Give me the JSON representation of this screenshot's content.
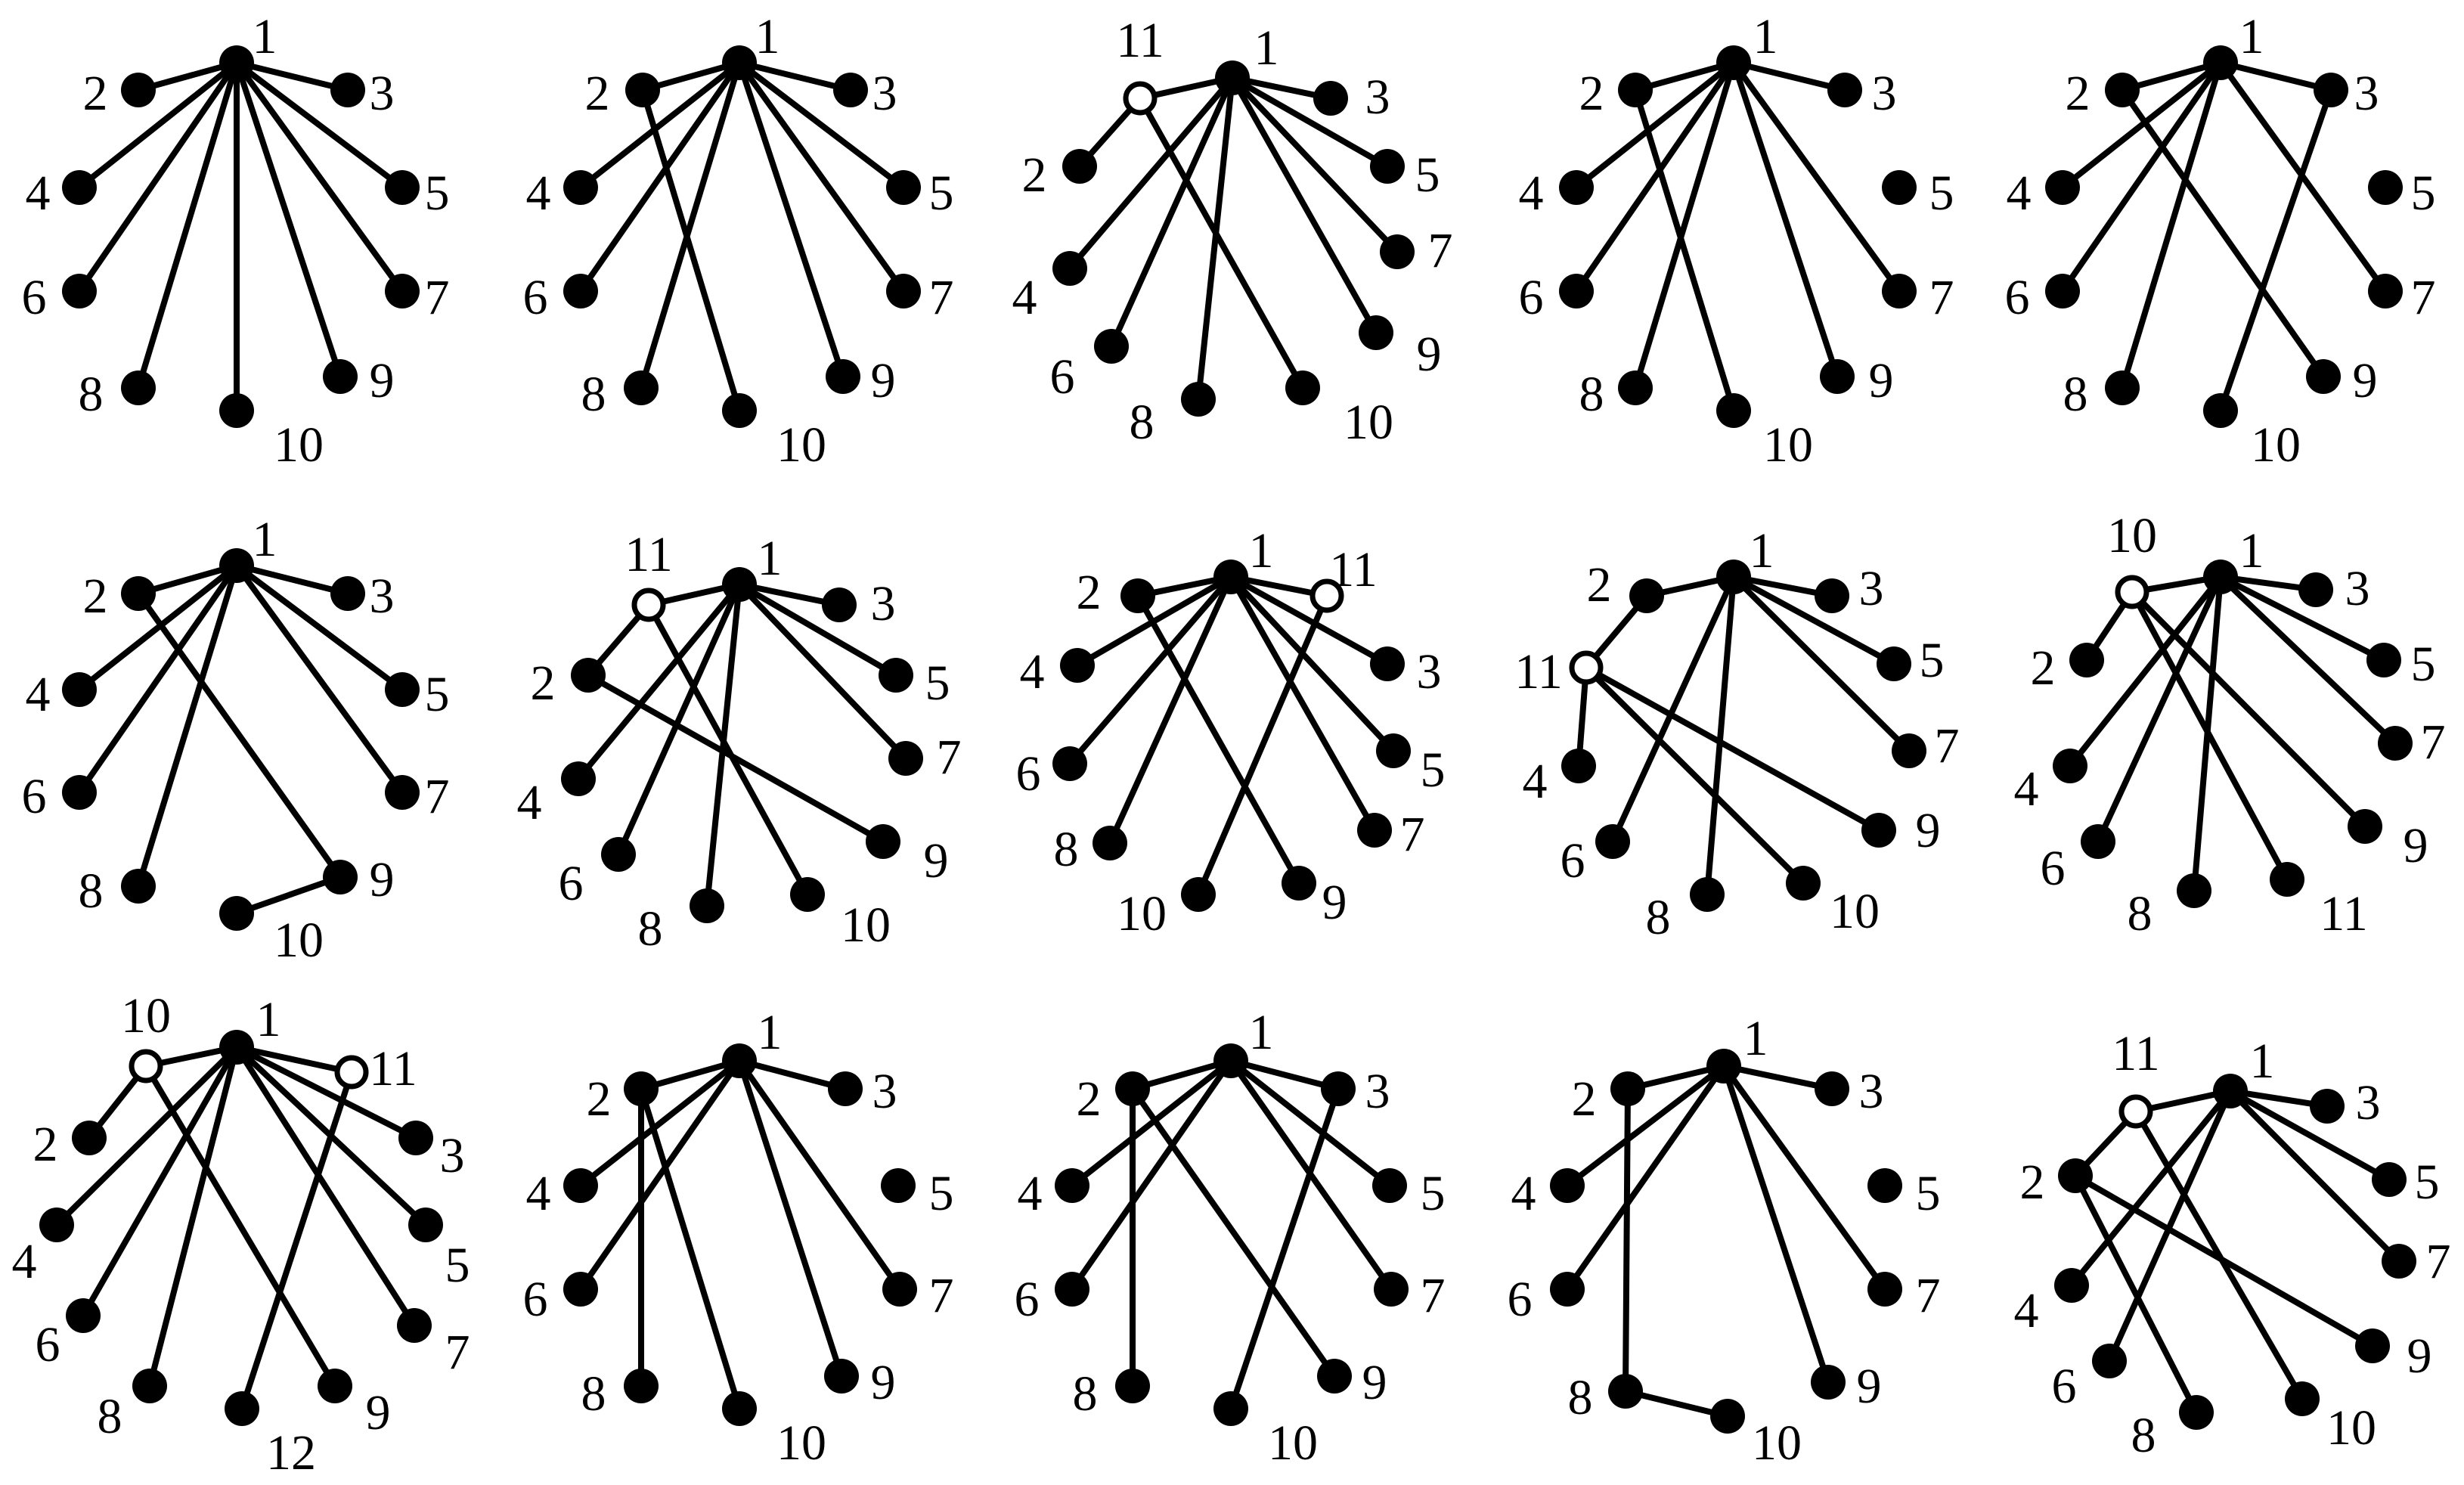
{
  "colors": {
    "edge": "#000000",
    "filled_node": "#000000",
    "open_node_fill": "#ffffff",
    "background": "#ffffff"
  },
  "graphs": [
    {
      "nodes": [
        {
          "label": "1",
          "open": false
        },
        {
          "label": "2",
          "open": false
        },
        {
          "label": "3",
          "open": false
        },
        {
          "label": "4",
          "open": false
        },
        {
          "label": "5",
          "open": false
        },
        {
          "label": "6",
          "open": false
        },
        {
          "label": "7",
          "open": false
        },
        {
          "label": "8",
          "open": false
        },
        {
          "label": "9",
          "open": false
        },
        {
          "label": "10",
          "open": false
        }
      ],
      "edges": [
        [
          "1",
          "2"
        ],
        [
          "1",
          "3"
        ],
        [
          "1",
          "4"
        ],
        [
          "1",
          "5"
        ],
        [
          "1",
          "6"
        ],
        [
          "1",
          "7"
        ],
        [
          "1",
          "8"
        ],
        [
          "1",
          "9"
        ],
        [
          "1",
          "10"
        ]
      ]
    },
    {
      "nodes": [
        {
          "label": "1",
          "open": false
        },
        {
          "label": "2",
          "open": false
        },
        {
          "label": "3",
          "open": false
        },
        {
          "label": "4",
          "open": false
        },
        {
          "label": "5",
          "open": false
        },
        {
          "label": "6",
          "open": false
        },
        {
          "label": "7",
          "open": false
        },
        {
          "label": "8",
          "open": false
        },
        {
          "label": "9",
          "open": false
        },
        {
          "label": "10",
          "open": false
        }
      ],
      "edges": [
        [
          "1",
          "2"
        ],
        [
          "1",
          "3"
        ],
        [
          "1",
          "4"
        ],
        [
          "1",
          "5"
        ],
        [
          "1",
          "6"
        ],
        [
          "1",
          "7"
        ],
        [
          "1",
          "8"
        ],
        [
          "1",
          "9"
        ],
        [
          "2",
          "10"
        ]
      ]
    },
    {
      "nodes": [
        {
          "label": "1",
          "open": false
        },
        {
          "label": "11",
          "open": true
        },
        {
          "label": "2",
          "open": false
        },
        {
          "label": "3",
          "open": false
        },
        {
          "label": "4",
          "open": false
        },
        {
          "label": "5",
          "open": false
        },
        {
          "label": "6",
          "open": false
        },
        {
          "label": "7",
          "open": false
        },
        {
          "label": "8",
          "open": false
        },
        {
          "label": "9",
          "open": false
        },
        {
          "label": "10",
          "open": false
        }
      ],
      "edges": [
        [
          "1",
          "11"
        ],
        [
          "11",
          "2"
        ],
        [
          "11",
          "10"
        ],
        [
          "1",
          "3"
        ],
        [
          "1",
          "4"
        ],
        [
          "1",
          "5"
        ],
        [
          "1",
          "6"
        ],
        [
          "1",
          "7"
        ],
        [
          "1",
          "8"
        ],
        [
          "1",
          "9"
        ]
      ]
    },
    {
      "nodes": [
        {
          "label": "1",
          "open": false
        },
        {
          "label": "2",
          "open": false
        },
        {
          "label": "3",
          "open": false
        },
        {
          "label": "4",
          "open": false
        },
        {
          "label": "5",
          "open": false
        },
        {
          "label": "6",
          "open": false
        },
        {
          "label": "7",
          "open": false
        },
        {
          "label": "8",
          "open": false
        },
        {
          "label": "9",
          "open": false
        },
        {
          "label": "10",
          "open": false
        }
      ],
      "edges": [
        [
          "1",
          "2"
        ],
        [
          "1",
          "3"
        ],
        [
          "1",
          "4"
        ],
        [
          "1",
          "6"
        ],
        [
          "1",
          "7"
        ],
        [
          "1",
          "8"
        ],
        [
          "1",
          "9"
        ],
        [
          "2",
          "10"
        ]
      ]
    },
    {
      "nodes": [
        {
          "label": "1",
          "open": false
        },
        {
          "label": "2",
          "open": false
        },
        {
          "label": "3",
          "open": false
        },
        {
          "label": "4",
          "open": false
        },
        {
          "label": "5",
          "open": false
        },
        {
          "label": "6",
          "open": false
        },
        {
          "label": "7",
          "open": false
        },
        {
          "label": "8",
          "open": false
        },
        {
          "label": "9",
          "open": false
        },
        {
          "label": "10",
          "open": false
        }
      ],
      "edges": [
        [
          "1",
          "2"
        ],
        [
          "1",
          "3"
        ],
        [
          "1",
          "4"
        ],
        [
          "1",
          "6"
        ],
        [
          "1",
          "7"
        ],
        [
          "1",
          "8"
        ],
        [
          "2",
          "9"
        ],
        [
          "3",
          "10"
        ]
      ]
    },
    {
      "nodes": [
        {
          "label": "1",
          "open": false
        },
        {
          "label": "2",
          "open": false
        },
        {
          "label": "3",
          "open": false
        },
        {
          "label": "4",
          "open": false
        },
        {
          "label": "5",
          "open": false
        },
        {
          "label": "6",
          "open": false
        },
        {
          "label": "7",
          "open": false
        },
        {
          "label": "8",
          "open": false
        },
        {
          "label": "9",
          "open": false
        },
        {
          "label": "10",
          "open": false
        }
      ],
      "edges": [
        [
          "1",
          "2"
        ],
        [
          "1",
          "3"
        ],
        [
          "1",
          "4"
        ],
        [
          "1",
          "5"
        ],
        [
          "1",
          "6"
        ],
        [
          "1",
          "7"
        ],
        [
          "1",
          "8"
        ],
        [
          "2",
          "9"
        ],
        [
          "9",
          "10"
        ]
      ]
    },
    {
      "nodes": [
        {
          "label": "1",
          "open": false
        },
        {
          "label": "11",
          "open": true
        },
        {
          "label": "2",
          "open": false
        },
        {
          "label": "3",
          "open": false
        },
        {
          "label": "4",
          "open": false
        },
        {
          "label": "5",
          "open": false
        },
        {
          "label": "6",
          "open": false
        },
        {
          "label": "7",
          "open": false
        },
        {
          "label": "8",
          "open": false
        },
        {
          "label": "9",
          "open": false
        },
        {
          "label": "10",
          "open": false
        }
      ],
      "edges": [
        [
          "1",
          "11"
        ],
        [
          "11",
          "2"
        ],
        [
          "11",
          "10"
        ],
        [
          "1",
          "3"
        ],
        [
          "1",
          "4"
        ],
        [
          "1",
          "5"
        ],
        [
          "1",
          "6"
        ],
        [
          "1",
          "7"
        ],
        [
          "1",
          "8"
        ],
        [
          "2",
          "9"
        ]
      ]
    },
    {
      "nodes": [
        {
          "label": "1",
          "open": false
        },
        {
          "label": "2",
          "open": false
        },
        {
          "label": "11",
          "open": true
        },
        {
          "label": "3",
          "open": false
        },
        {
          "label": "4",
          "open": false
        },
        {
          "label": "5",
          "open": false
        },
        {
          "label": "6",
          "open": false
        },
        {
          "label": "7",
          "open": false
        },
        {
          "label": "8",
          "open": false
        },
        {
          "label": "9",
          "open": false
        },
        {
          "label": "10",
          "open": false
        }
      ],
      "edges": [
        [
          "1",
          "2"
        ],
        [
          "1",
          "11"
        ],
        [
          "1",
          "3"
        ],
        [
          "1",
          "4"
        ],
        [
          "1",
          "5"
        ],
        [
          "1",
          "6"
        ],
        [
          "1",
          "7"
        ],
        [
          "1",
          "8"
        ],
        [
          "2",
          "9"
        ],
        [
          "11",
          "10"
        ]
      ]
    },
    {
      "nodes": [
        {
          "label": "1",
          "open": false
        },
        {
          "label": "2",
          "open": false
        },
        {
          "label": "3",
          "open": false
        },
        {
          "label": "11",
          "open": true
        },
        {
          "label": "4",
          "open": false
        },
        {
          "label": "5",
          "open": false
        },
        {
          "label": "6",
          "open": false
        },
        {
          "label": "7",
          "open": false
        },
        {
          "label": "8",
          "open": false
        },
        {
          "label": "9",
          "open": false
        },
        {
          "label": "10",
          "open": false
        }
      ],
      "edges": [
        [
          "1",
          "2"
        ],
        [
          "1",
          "3"
        ],
        [
          "2",
          "11"
        ],
        [
          "11",
          "4"
        ],
        [
          "11",
          "9"
        ],
        [
          "11",
          "10"
        ],
        [
          "1",
          "5"
        ],
        [
          "1",
          "6"
        ],
        [
          "1",
          "7"
        ],
        [
          "1",
          "8"
        ]
      ]
    },
    {
      "nodes": [
        {
          "label": "1",
          "open": false
        },
        {
          "label": "10",
          "open": true
        },
        {
          "label": "2",
          "open": false
        },
        {
          "label": "3",
          "open": false
        },
        {
          "label": "4",
          "open": false
        },
        {
          "label": "5",
          "open": false
        },
        {
          "label": "6",
          "open": false
        },
        {
          "label": "7",
          "open": false
        },
        {
          "label": "8",
          "open": false
        },
        {
          "label": "9",
          "open": false
        },
        {
          "label": "11",
          "open": false
        }
      ],
      "edges": [
        [
          "1",
          "10"
        ],
        [
          "10",
          "2"
        ],
        [
          "10",
          "9"
        ],
        [
          "10",
          "11"
        ],
        [
          "1",
          "3"
        ],
        [
          "1",
          "4"
        ],
        [
          "1",
          "5"
        ],
        [
          "1",
          "6"
        ],
        [
          "1",
          "7"
        ],
        [
          "1",
          "8"
        ]
      ]
    },
    {
      "nodes": [
        {
          "label": "1",
          "open": false
        },
        {
          "label": "10",
          "open": true
        },
        {
          "label": "11",
          "open": true
        },
        {
          "label": "2",
          "open": false
        },
        {
          "label": "3",
          "open": false
        },
        {
          "label": "4",
          "open": false
        },
        {
          "label": "5",
          "open": false
        },
        {
          "label": "6",
          "open": false
        },
        {
          "label": "7",
          "open": false
        },
        {
          "label": "8",
          "open": false
        },
        {
          "label": "9",
          "open": false
        },
        {
          "label": "12",
          "open": false
        }
      ],
      "edges": [
        [
          "1",
          "10"
        ],
        [
          "1",
          "11"
        ],
        [
          "10",
          "2"
        ],
        [
          "10",
          "9"
        ],
        [
          "11",
          "12"
        ],
        [
          "1",
          "3"
        ],
        [
          "1",
          "4"
        ],
        [
          "1",
          "5"
        ],
        [
          "1",
          "6"
        ],
        [
          "1",
          "7"
        ],
        [
          "1",
          "8"
        ]
      ]
    },
    {
      "nodes": [
        {
          "label": "1",
          "open": false
        },
        {
          "label": "2",
          "open": false
        },
        {
          "label": "3",
          "open": false
        },
        {
          "label": "4",
          "open": false
        },
        {
          "label": "5",
          "open": false
        },
        {
          "label": "6",
          "open": false
        },
        {
          "label": "7",
          "open": false
        },
        {
          "label": "8",
          "open": false
        },
        {
          "label": "9",
          "open": false
        },
        {
          "label": "10",
          "open": false
        }
      ],
      "edges": [
        [
          "1",
          "2"
        ],
        [
          "1",
          "3"
        ],
        [
          "1",
          "4"
        ],
        [
          "1",
          "6"
        ],
        [
          "1",
          "7"
        ],
        [
          "1",
          "9"
        ],
        [
          "2",
          "8"
        ],
        [
          "2",
          "10"
        ]
      ]
    },
    {
      "nodes": [
        {
          "label": "1",
          "open": false
        },
        {
          "label": "2",
          "open": false
        },
        {
          "label": "3",
          "open": false
        },
        {
          "label": "4",
          "open": false
        },
        {
          "label": "5",
          "open": false
        },
        {
          "label": "6",
          "open": false
        },
        {
          "label": "7",
          "open": false
        },
        {
          "label": "8",
          "open": false
        },
        {
          "label": "9",
          "open": false
        },
        {
          "label": "10",
          "open": false
        }
      ],
      "edges": [
        [
          "1",
          "2"
        ],
        [
          "1",
          "3"
        ],
        [
          "1",
          "4"
        ],
        [
          "1",
          "5"
        ],
        [
          "1",
          "6"
        ],
        [
          "1",
          "7"
        ],
        [
          "2",
          "8"
        ],
        [
          "2",
          "9"
        ],
        [
          "3",
          "10"
        ]
      ]
    },
    {
      "nodes": [
        {
          "label": "1",
          "open": false
        },
        {
          "label": "2",
          "open": false
        },
        {
          "label": "3",
          "open": false
        },
        {
          "label": "4",
          "open": false
        },
        {
          "label": "5",
          "open": false
        },
        {
          "label": "6",
          "open": false
        },
        {
          "label": "7",
          "open": false
        },
        {
          "label": "8",
          "open": false
        },
        {
          "label": "9",
          "open": false
        },
        {
          "label": "10",
          "open": false
        }
      ],
      "edges": [
        [
          "1",
          "2"
        ],
        [
          "1",
          "3"
        ],
        [
          "1",
          "4"
        ],
        [
          "1",
          "6"
        ],
        [
          "1",
          "7"
        ],
        [
          "1",
          "9"
        ],
        [
          "2",
          "8"
        ],
        [
          "8",
          "10"
        ]
      ]
    },
    {
      "nodes": [
        {
          "label": "1",
          "open": false
        },
        {
          "label": "11",
          "open": true
        },
        {
          "label": "2",
          "open": false
        },
        {
          "label": "3",
          "open": false
        },
        {
          "label": "4",
          "open": false
        },
        {
          "label": "5",
          "open": false
        },
        {
          "label": "6",
          "open": false
        },
        {
          "label": "7",
          "open": false
        },
        {
          "label": "8",
          "open": false
        },
        {
          "label": "9",
          "open": false
        },
        {
          "label": "10",
          "open": false
        }
      ],
      "edges": [
        [
          "1",
          "11"
        ],
        [
          "11",
          "2"
        ],
        [
          "11",
          "10"
        ],
        [
          "1",
          "3"
        ],
        [
          "1",
          "4"
        ],
        [
          "1",
          "5"
        ],
        [
          "1",
          "6"
        ],
        [
          "1",
          "7"
        ],
        [
          "2",
          "8"
        ],
        [
          "2",
          "9"
        ]
      ]
    }
  ]
}
